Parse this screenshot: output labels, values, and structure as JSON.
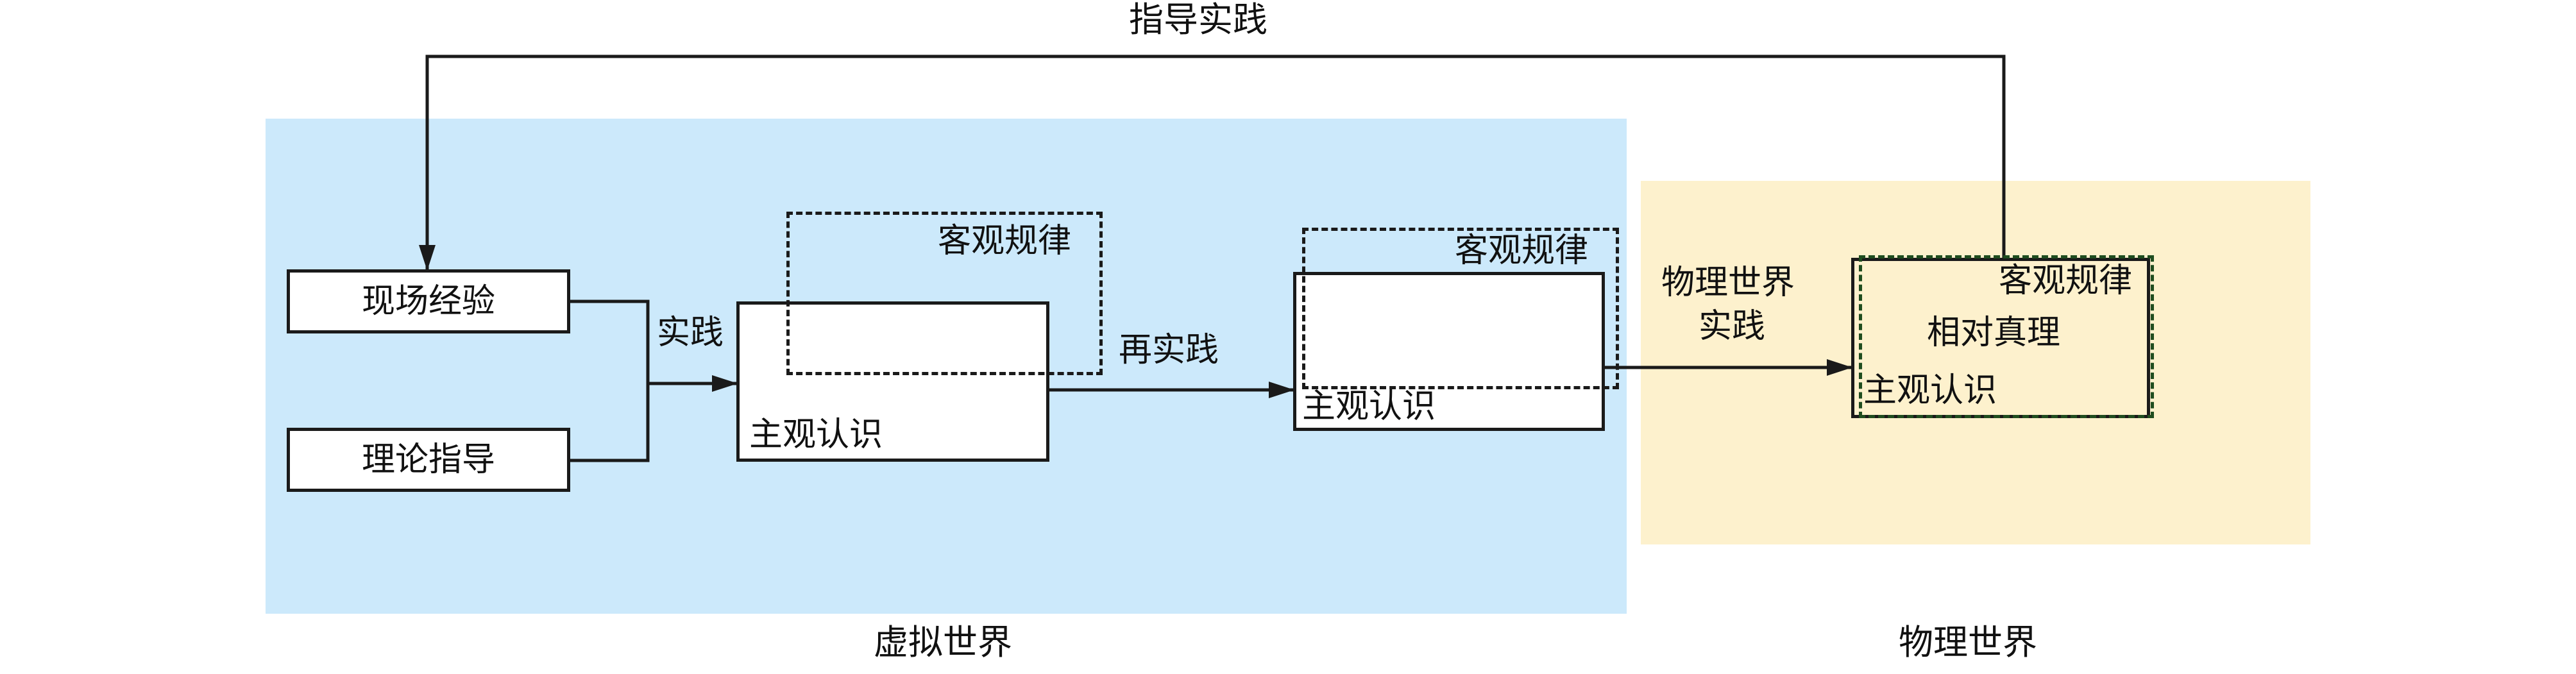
{
  "top_label": "指导实践",
  "virtual_world": {
    "label": "虚拟世界",
    "color": "#cce9fb",
    "inputs": [
      "现场经验",
      "理论指导"
    ],
    "practice_label": "实践",
    "stage1": {
      "subjective": "主观认识",
      "objective": "客观规律"
    },
    "repractice_label": "再实践",
    "stage2": {
      "subjective": "主观认识",
      "objective": "客观规律"
    }
  },
  "physical_world": {
    "label": "物理世界",
    "color": "#fdf1cd",
    "practice_label_line1": "物理世界",
    "practice_label_line2": "实践",
    "result": {
      "objective": "客观规律",
      "relative_truth": "相对真理",
      "subjective": "主观认识"
    }
  }
}
